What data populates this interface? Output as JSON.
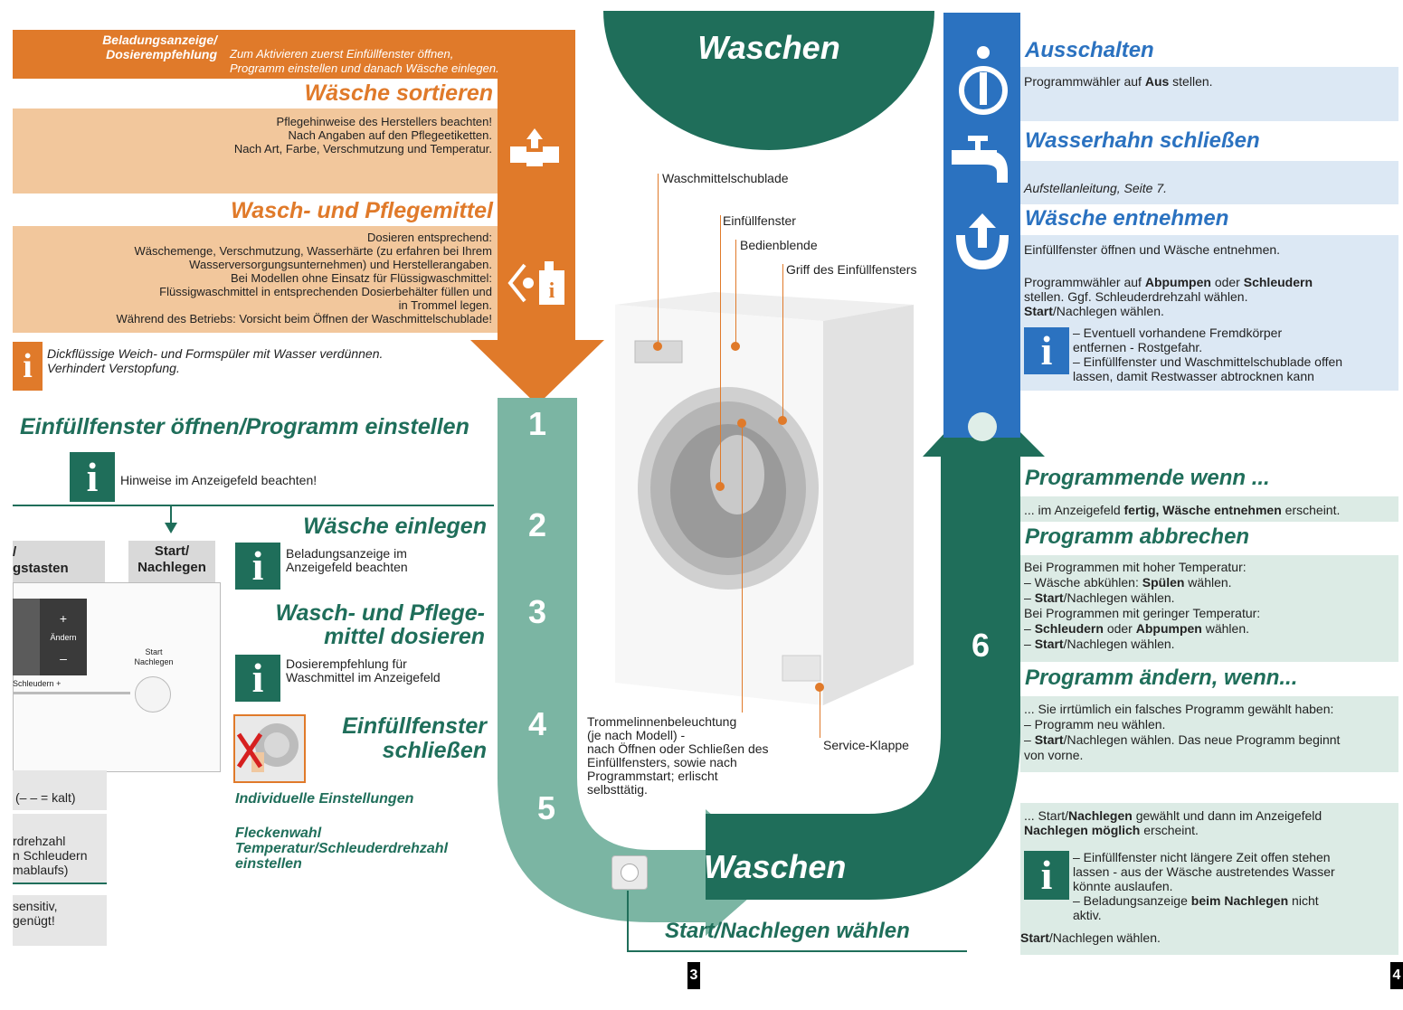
{
  "left": {
    "loading_label": "Beladungsanzeige/\nDosierempfehlung",
    "loading_text": "Zum Aktivieren zuerst Einfüllfenster öffnen,\nProgramm einstellen und danach Wäsche einlegen.",
    "sort_title": "Wäsche sortieren",
    "sort_lines": [
      "Pflegehinweise des Herstellers beachten!",
      "Nach Angaben auf den Pflegeetiketten.",
      "Nach Art, Farbe, Verschmutzung und Temperatur."
    ],
    "detergent_title": "Wasch- und Pflegemittel",
    "detergent_lines": [
      "Dosieren entsprechend:",
      "Wäschemenge, Verschmutzung, Wasserhärte (zu erfahren bei Ihrem",
      "Wasserversorgungsunternehmen) und Herstellerangaben.",
      "Bei Modellen ohne Einsatz für Flüssigwaschmittel:",
      "Flüssigwaschmittel in entsprechenden Dosierbehälter füllen und",
      "in Trommel legen.",
      "Während des Betriebs: Vorsicht beim Öffnen der Waschmittelschublade!"
    ],
    "note_text": "Dickflüssige Weich- und Formspüler mit Wasser verdünnen.\nVerhindert Verstopfung.",
    "open_title": "Einfüllfenster öffnen/Programm einstellen",
    "open_hint": "Hinweise im Anzeigefeld beachten!",
    "panel_col1": "/\ngstasten",
    "panel_col2": "Start/\nNachlegen",
    "panel_plus": "+",
    "panel_change": "Ändern",
    "panel_minus": "–",
    "panel_spin": "Schleudern",
    "panel_spin_plus": "+",
    "panel_start": "Start\nNachlegen",
    "cold_text": "(– – = kalt)",
    "spin_text": "rdrehzahl\nn Schleudern\nmablaufs)",
    "sensitive_text": "sensitiv,\n genügt!",
    "load_title": "Wäsche einlegen",
    "load_hint": "Beladungsanzeige im\nAnzeigefeld beachten",
    "dose_title": "Wasch- und Pflege-\nmittel dosieren",
    "dose_hint": "Dosierempfehlung für\nWaschmittel im Anzeigefeld",
    "close_title": "Einfüllfenster\nschließen",
    "individual": "Individuelle Einstellungen",
    "stain": "Fleckenwahl\nTemperatur/Schleuderdrehzahl\neinstellen"
  },
  "center": {
    "top_title": "Waschen",
    "bottom_title": "Waschen",
    "start_label": "Start/Nachlegen wählen",
    "steps": [
      "1",
      "2",
      "3",
      "4",
      "5",
      "6"
    ],
    "labels": {
      "drawer": "Waschmittelschublade",
      "window": "Einfüllfenster",
      "panel": "Bedienblende",
      "handle": "Griff des Einfüllfensters",
      "drum_light": "Trommelinnenbeleuchtung\n(je nach Modell) -\nnach Öffnen oder Schließen des\nEinfüllfensters, sowie nach\nProgrammstart; erlischt\nselbsttätig.",
      "service": "Service-Klappe"
    },
    "page_number": "3"
  },
  "right": {
    "off_title": "Ausschalten",
    "off_text_pre": "Programmwähler auf ",
    "off_text_bold": "Aus",
    "off_text_post": " stellen.",
    "tap_title": "Wasserhahn schließen",
    "tap_text": "Aufstellanleitung, Seite 7.",
    "remove_title": "Wäsche entnehmen",
    "remove_text1": "Einfüllfenster öffnen und Wäsche entnehmen.",
    "remove_text2_a": "Programmwähler auf ",
    "remove_text2_b": "Abpumpen",
    "remove_text2_c": " oder ",
    "remove_text2_d": "Schleudern",
    "remove_text2_e": "stellen. Ggf. Schleuderdrehzahl wählen.",
    "remove_text2_f": "Start",
    "remove_text2_g": "/Nachlegen wählen.",
    "remove_notes": [
      "– Eventuell vorhandene Fremdkörper\n  entfernen - Rostgefahr.",
      "– Einfüllfenster und Waschmittelschublade offen\n  lassen, damit Restwasser abtrocknen kann"
    ],
    "end_title": "Programmende wenn ...",
    "end_text_a": "... im Anzeigefeld ",
    "end_text_b": "fertig, Wäsche entnehmen",
    "end_text_c": " erscheint.",
    "abort_title": "Programm abbrechen",
    "abort_l1": "Bei Programmen mit hoher Temperatur:",
    "abort_l2a": "– Wäsche abkühlen: ",
    "abort_l2b": "Spülen",
    "abort_l2c": " wählen.",
    "abort_l3a": "– ",
    "abort_l3b": "Start",
    "abort_l3c": "/Nachlegen wählen.",
    "abort_l4": "Bei Programmen mit geringer Temperatur:",
    "abort_l5a": "– ",
    "abort_l5b": "Schleudern",
    "abort_l5c": " oder ",
    "abort_l5d": "Abpumpen",
    "abort_l5e": " wählen.",
    "abort_l6a": "– ",
    "abort_l6b": "Start",
    "abort_l6c": "/Nachlegen wählen.",
    "change_title": "Programm ändern, wenn...",
    "change_l1": "... Sie irrtümlich ein falsches Programm gewählt haben:",
    "change_l2": "– Programm neu wählen.",
    "change_l3a": "– ",
    "change_l3b": "Start",
    "change_l3c": "/Nachlegen wählen. Das neue Programm beginnt\n  von vorne.",
    "add_l1a": "... Start/",
    "add_l1b": "Nachlegen",
    "add_l1c": " gewählt und dann im Anzeigefeld",
    "add_l2a": "Nachlegen möglich",
    "add_l2b": " erscheint.",
    "add_notes_1": "– Einfüllfenster nicht längere Zeit offen stehen\n  lassen - aus der Wäsche austretendes Wasser\n  könnte auslaufen.",
    "add_notes_2a": "– Beladungsanzeige ",
    "add_notes_2b": "beim Nachlegen",
    "add_notes_2c": " nicht\n  aktiv.",
    "add_final_a": "Start",
    "add_final_b": "/Nachlegen wählen.",
    "page_number": "4"
  },
  "icons": {
    "info": "i",
    "sort": "sort-icon",
    "detergent": "detergent-icon",
    "power": "power-icon",
    "tap": "tap-icon",
    "remove": "remove-laundry-icon"
  },
  "colors": {
    "orange": "#e07a2a",
    "green": "#1f6e5a",
    "light_green": "#7bb5a3",
    "blue": "#2b72c0"
  }
}
